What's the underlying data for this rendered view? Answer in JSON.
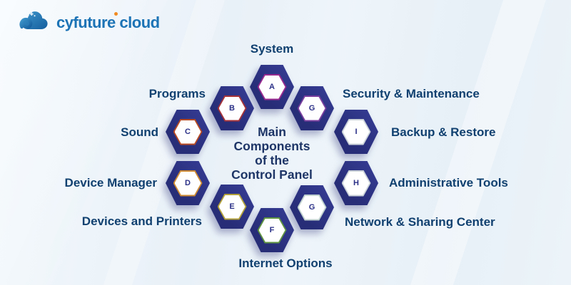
{
  "logo": {
    "text": "cyfuture cloud"
  },
  "center_title": {
    "lines": [
      "Main",
      "Components",
      "of the",
      "Control Panel"
    ]
  },
  "nodes": [
    {
      "letter": "A",
      "label": "System",
      "ring": "#982a8f"
    },
    {
      "letter": "B",
      "label": "Programs",
      "ring": "#a63339"
    },
    {
      "letter": "C",
      "label": "Sound",
      "ring": "#b74a22"
    },
    {
      "letter": "D",
      "label": "Device Manager",
      "ring": "#cf8b33"
    },
    {
      "letter": "E",
      "label": "Devices and Printers",
      "ring": "#b3a23c"
    },
    {
      "letter": "F",
      "label": "Internet Options",
      "ring": "#5f9440"
    },
    {
      "letter": "G",
      "label": "Security & Maintenance",
      "ring": "#7a3f9e"
    },
    {
      "letter": "I",
      "label": "Backup & Restore",
      "ring": "#ccd4da"
    },
    {
      "letter": "H",
      "label": "Administrative Tools",
      "ring": "#ccd4da"
    },
    {
      "letter": "G",
      "label": "Network & Sharing Center",
      "ring": "#c2d3cf"
    }
  ],
  "colors": {
    "hexagon": "#282d78",
    "letter": "#2b3087",
    "label": "#10406f",
    "title": "#1d3566",
    "brand_blue": "#1c73b5",
    "logo_dot": "#f18a21",
    "background": "#ecf4f9"
  }
}
